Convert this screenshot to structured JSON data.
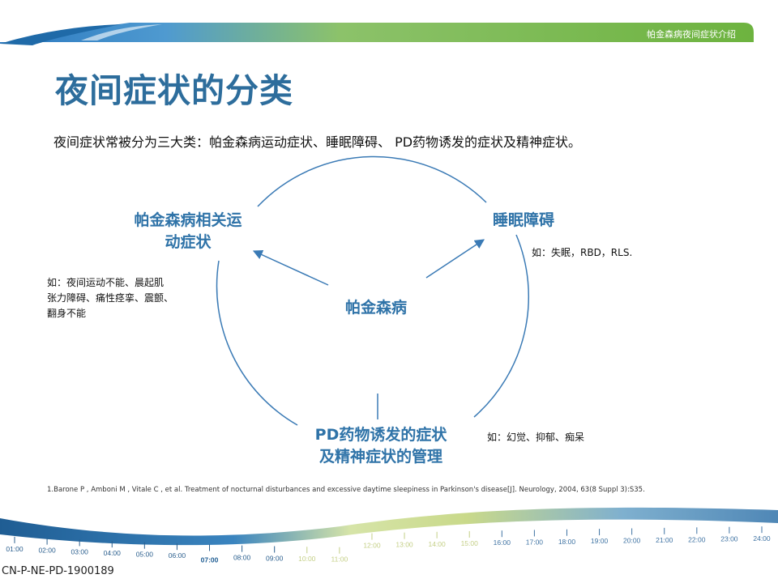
{
  "header": {
    "title": "帕金森病夜间症状介绍",
    "colors": {
      "blue": "#2a78c0",
      "green": "#6db33f"
    }
  },
  "slide": {
    "title": "夜间症状的分类",
    "intro": "夜间症状常被分为三大类：帕金森病运动症状、睡眠障碍、 PD药物诱发的症状及精神症状。"
  },
  "diagram": {
    "center": "帕金森病",
    "nodes": {
      "motor": {
        "lines": [
          "帕金森病相关运",
          "动症状"
        ]
      },
      "sleep": {
        "lines": [
          "睡眠障碍"
        ]
      },
      "drug": {
        "lines": [
          "PD药物诱发的症状",
          "及精神症状的管理"
        ]
      }
    },
    "examples": {
      "motor": [
        "如：夜间运动不能、晨起肌",
        "张力障碍、痛性痉挛、震颤、",
        "翻身不能"
      ],
      "sleep": [
        "如：失眠，RBD，RLS."
      ],
      "drug": [
        "如：幻觉、抑郁、痴呆"
      ]
    },
    "colors": {
      "text": "#2f73a8",
      "lines": "#3a7ab5"
    }
  },
  "reference": "1.Barone P , Amboni M , Vitale C , et al. Treatment of nocturnal disturbances and excessive daytime sleepiness in Parkinson's disease[J]. Neurology, 2004, 63(8 Suppl 3):S35.",
  "timeline": {
    "times": [
      "01:00",
      "02:00",
      "03:00",
      "04:00",
      "05:00",
      "06:00",
      "07:00",
      "08:00",
      "09:00",
      "10:00",
      "11:00",
      "12:00",
      "13:00",
      "14:00",
      "15:00",
      "16:00",
      "17:00",
      "18:00",
      "19:00",
      "20:00",
      "21:00",
      "22:00",
      "23:00",
      "24:00"
    ],
    "highlight": "07:00",
    "colors": {
      "night": "#1f5d93",
      "day": "#c9d98a",
      "evening": "#4f87b6"
    }
  },
  "footer": {
    "code": "CN-P-NE-PD-1900189"
  }
}
